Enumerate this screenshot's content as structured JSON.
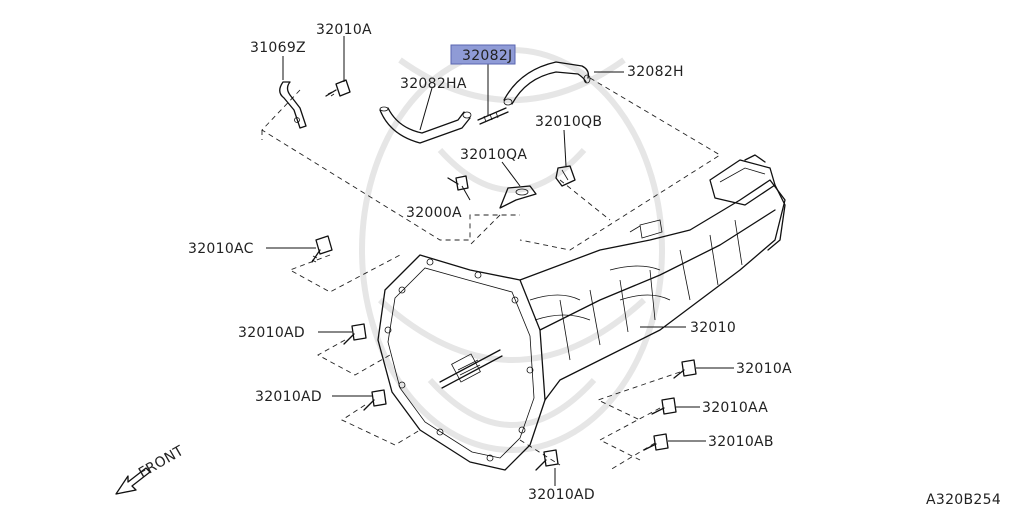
{
  "diagram": {
    "drawing_code": "A320B254",
    "front_label": "FRONT",
    "callouts": {
      "c_31069Z": "31069Z",
      "c_32010A_top": "32010A",
      "c_32082J": "32082J",
      "c_32082HA": "32082HA",
      "c_32082H": "32082H",
      "c_32010QB": "32010QB",
      "c_32010QA": "32010QA",
      "c_32000A": "32000A",
      "c_32010AC": "32010AC",
      "c_32010": "32010",
      "c_32010AD_1": "32010AD",
      "c_32010A_right": "32010A",
      "c_32010AD_2": "32010AD",
      "c_32010AA": "32010AA",
      "c_32010AB": "32010AB",
      "c_32010AD_3": "32010AD"
    },
    "highlighted_callout": "32082J",
    "colors": {
      "highlight": "#8f9bd6",
      "line": "#111111",
      "watermark": "#e6e6e6"
    }
  }
}
